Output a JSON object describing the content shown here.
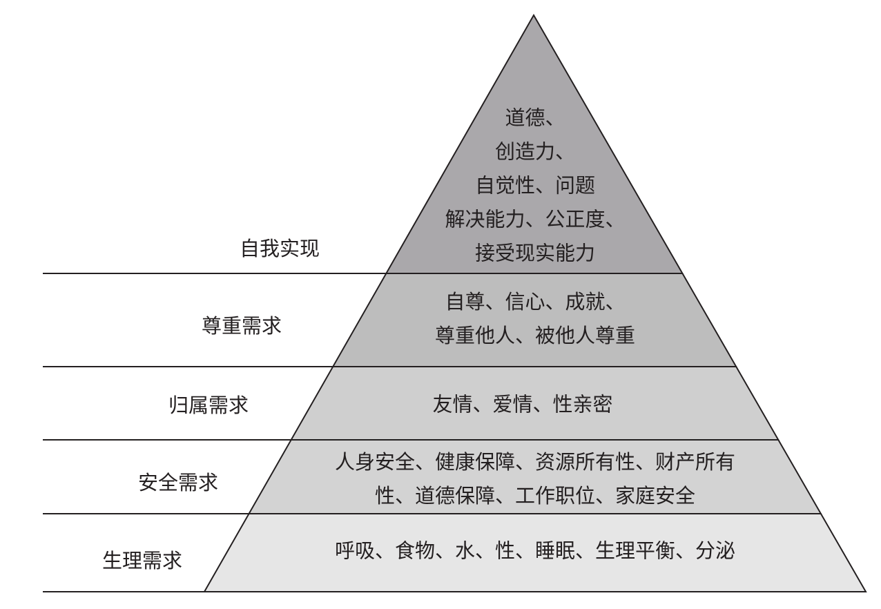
{
  "colors": {
    "line": "#231f20",
    "layer_fills": [
      "#aaa8ab",
      "#bdbdbd",
      "#cfcfcf",
      "#d3d3d3",
      "#e6e6e6"
    ]
  },
  "layers": [
    {
      "label": "自我实现",
      "lines": [
        "道德、",
        "创造力、",
        "自觉性、问题",
        "解决能力、公正度、",
        "接受现实能力"
      ]
    },
    {
      "label": "尊重需求",
      "lines": [
        "自尊、信心、成就、",
        "尊重他人、被他人尊重"
      ]
    },
    {
      "label": "归属需求",
      "lines": [
        "友情、爱情、性亲密"
      ]
    },
    {
      "label": "安全需求",
      "lines": [
        "人身安全、健康保障、资源所有性、财产所有",
        "性、道德保障、工作职位、家庭安全"
      ]
    },
    {
      "label": "生理需求",
      "lines": [
        "呼吸、食物、水、性、睡眠、生理平衡、分泌"
      ]
    }
  ]
}
